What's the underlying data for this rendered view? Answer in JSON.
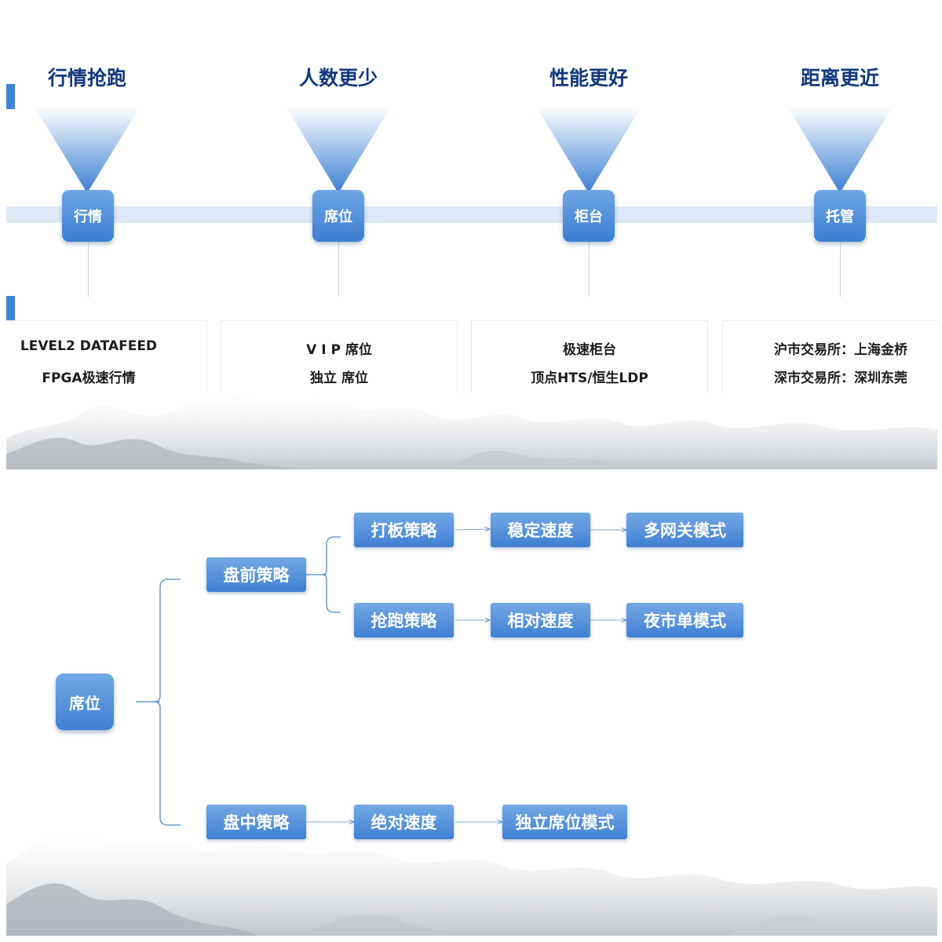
{
  "timeline": {
    "colors": {
      "heading": "#12387e",
      "node": "#3b7fd2",
      "track": "#dde9f7",
      "accent": "#3f85d6"
    },
    "columns": [
      {
        "heading": "行情抢跑",
        "node": "行情",
        "lines": [
          "LEVEL2 DATAFEED",
          "FPGA极速行情"
        ]
      },
      {
        "heading": "人数更少",
        "node": "席位",
        "lines": [
          "V I P 席位",
          "独立 席位"
        ]
      },
      {
        "heading": "性能更好",
        "node": "柜台",
        "lines": [
          "极速柜台",
          "顶点HTS/恒生LDP"
        ]
      },
      {
        "heading": "距离更近",
        "node": "托管",
        "lines": [
          "沪市交易所：上海金桥",
          "深市交易所：深圳东莞"
        ]
      }
    ]
  },
  "tree": {
    "root": "席位",
    "branches": [
      {
        "label": "盘前策略",
        "paths": [
          [
            "打板策略",
            "稳定速度",
            "多网关模式"
          ],
          [
            "抢跑策略",
            "相对速度",
            "夜市单模式"
          ]
        ]
      },
      {
        "label": "盘中策略",
        "paths": [
          [
            "绝对速度",
            "独立席位模式"
          ]
        ]
      }
    ]
  }
}
